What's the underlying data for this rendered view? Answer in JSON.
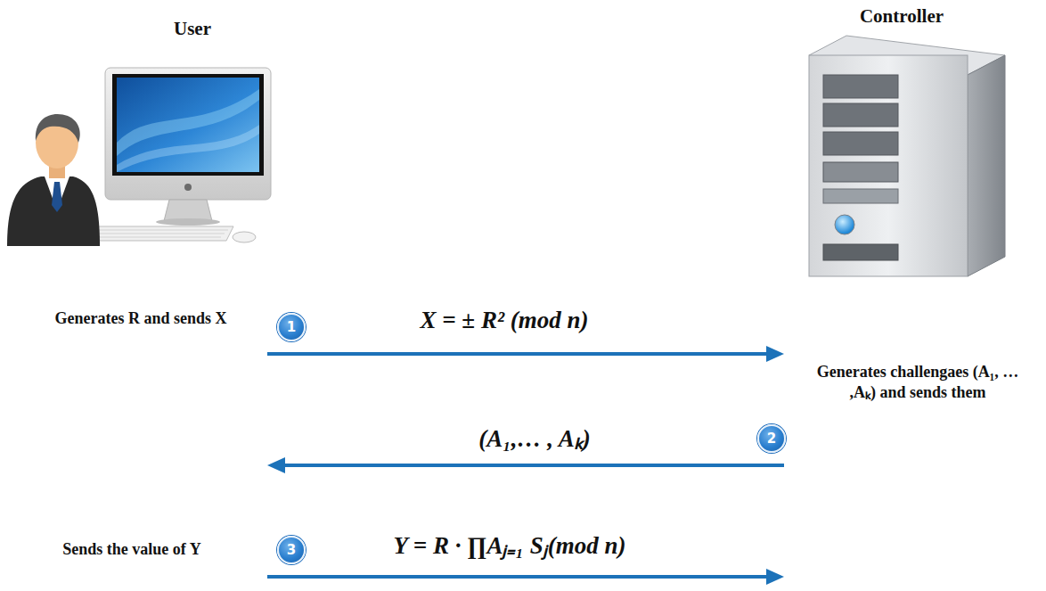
{
  "diagram": {
    "labels": [
      "User",
      "Controller",
      "Generates R and sends X",
      "1",
      "X = ± R² (mod n)",
      "(A₁,… , Aₖ)",
      "2",
      "Generates challengaes (A₁, … ,Aₖ) and sends them",
      "3",
      "Sends the value of Y",
      "Y = R · ∏Aⱼ₌₁ Sⱼ(mod n)"
    ]
  }
}
